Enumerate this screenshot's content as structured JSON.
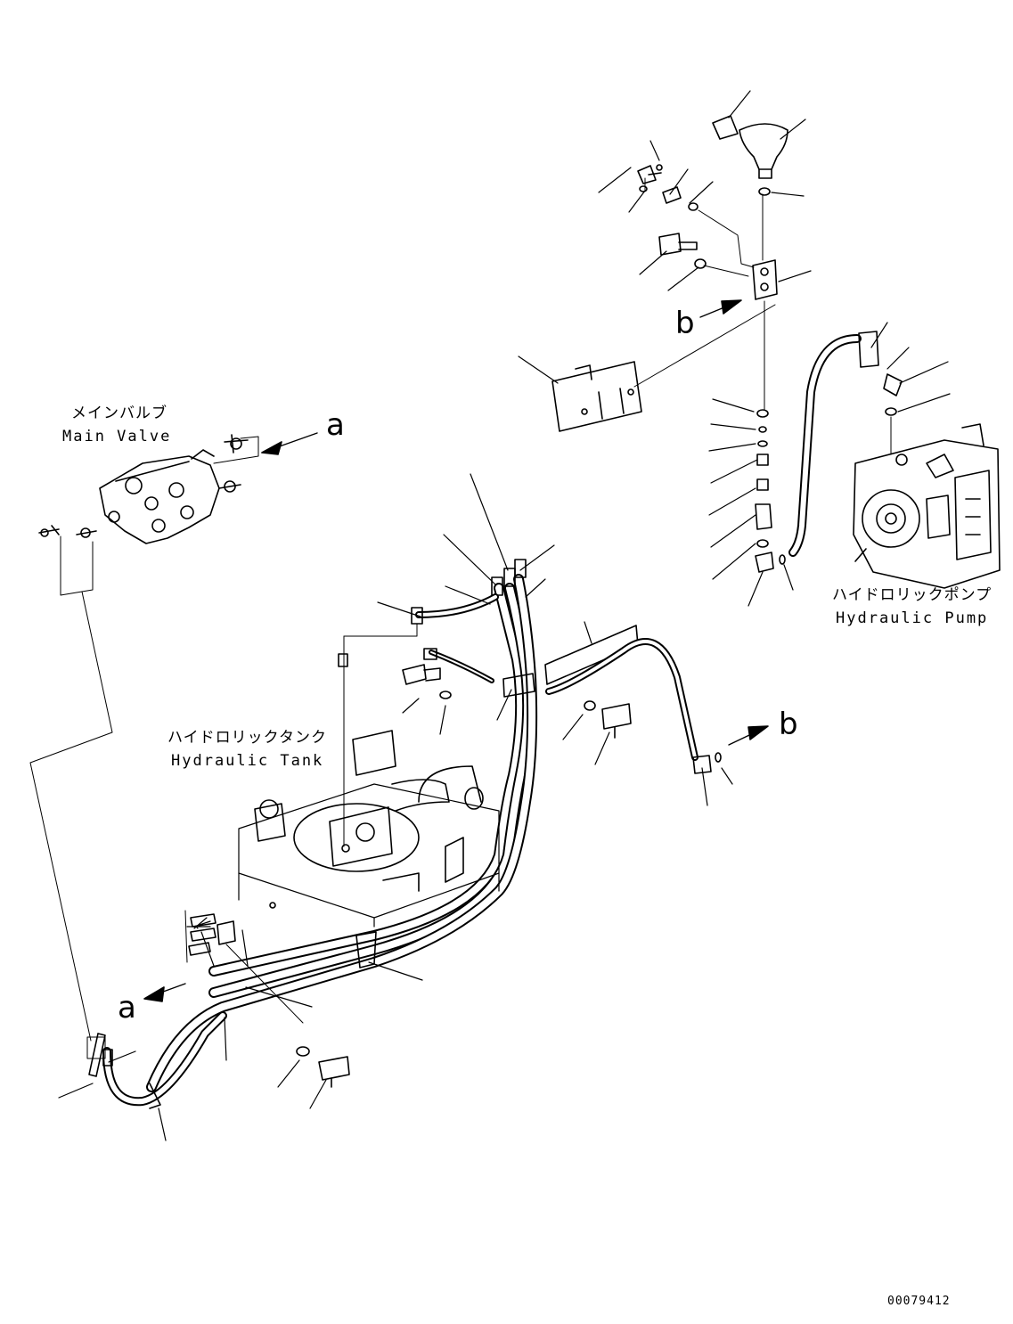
{
  "labels": {
    "main_valve_jp": "メインバルブ",
    "main_valve_en": "Main Valve",
    "hydraulic_pump_jp": "ハイドロリックポンプ",
    "hydraulic_pump_en": "Hydraulic Pump",
    "hydraulic_tank_jp": "ハイドロリックタンク",
    "hydraulic_tank_en": "Hydraulic Tank"
  },
  "references": {
    "a_upper": "a",
    "a_lower": "a",
    "b_left": "b",
    "b_right": "b"
  },
  "drawing_number": "00079412",
  "colors": {
    "ink": "#000000",
    "paper": "#ffffff"
  }
}
